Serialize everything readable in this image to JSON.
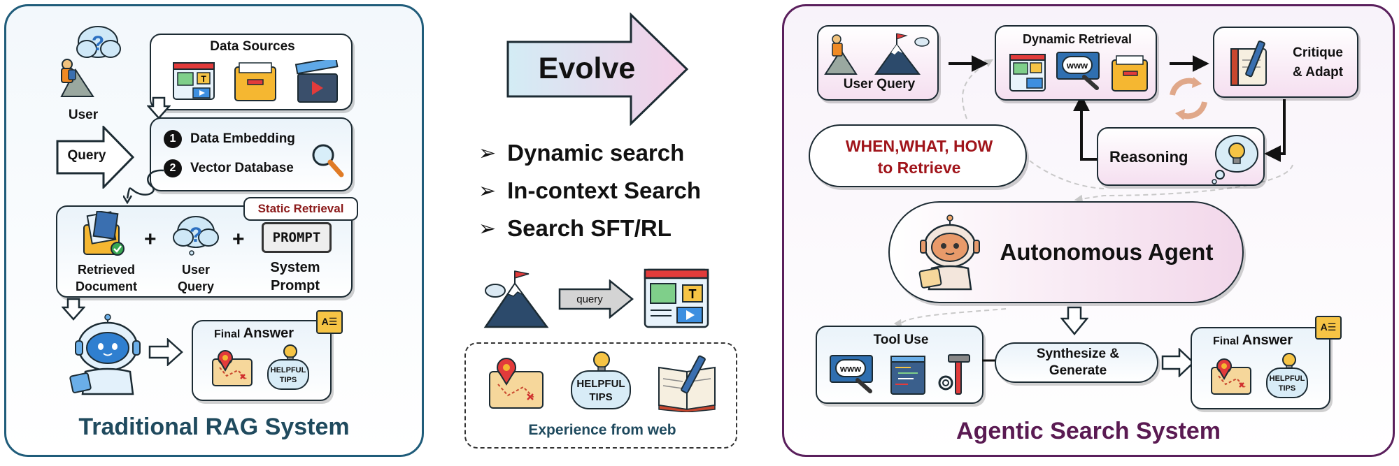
{
  "left_panel": {
    "user_label": "User",
    "query_arrow_label": "Query",
    "data_sources_title": "Data Sources",
    "embedding_steps": [
      {
        "num": "1",
        "label": "Data Embedding"
      },
      {
        "num": "2",
        "label": "Vector Database"
      }
    ],
    "static_retrieval_tag": "Static Retrieval",
    "components": [
      {
        "label_line1": "Retrieved",
        "label_line2": "Document"
      },
      {
        "label_line1": "User",
        "label_line2": "Query"
      },
      {
        "label_line1": "System",
        "label_line2": "Prompt"
      }
    ],
    "plus_sign": "+",
    "prompt_icon_text": "PROMPT",
    "final_answer_prefix": "Final",
    "final_answer_word": "Answer",
    "tips_text_line1": "HELPFUL",
    "tips_text_line2": "TIPS",
    "title": "Traditional RAG System"
  },
  "middle": {
    "evolve_label": "Evolve",
    "bullets": [
      {
        "chevron": "➢",
        "text": "Dynamic search"
      },
      {
        "chevron": "➢",
        "text": "In-context Search"
      },
      {
        "chevron": "➢",
        "text": "Search SFT/RL"
      }
    ],
    "query_arrow_label": "query",
    "tips_text_line1": "HELPFUL",
    "tips_text_line2": "TIPS",
    "experience_label": "Experience from web"
  },
  "right_panel": {
    "user_query_label": "User Query",
    "dynamic_retrieval_title": "Dynamic Retrieval",
    "www_text": "www",
    "critique_line1": "Critique",
    "critique_line2": "& Adapt",
    "reasoning_label": "Reasoning",
    "when_what_line1": "WHEN,WHAT, HOW",
    "when_what_line2": "to Retrieve",
    "agent_label": "Autonomous Agent",
    "tool_use_label": "Tool Use",
    "synthesize_line1": "Synthesize &",
    "synthesize_line2": "Generate",
    "final_answer_prefix": "Final",
    "final_answer_word": "Answer",
    "tips_text_line1": "HELPFUL",
    "tips_text_line2": "TIPS",
    "title": "Agentic Search System"
  },
  "colors": {
    "left_accent": "#1f5c7a",
    "right_accent": "#5a1f5c",
    "when_text": "#a0141a",
    "static_tag_text": "#8b1a1a"
  },
  "icons": [
    "hiker-icon",
    "question-cloud-icon",
    "media-icon",
    "folder-icon",
    "clapper-icon",
    "magnifier-icon",
    "document-check-icon",
    "prompt-icon",
    "robot-icon",
    "map-icon",
    "tips-bulb-icon",
    "notes-icon",
    "mountain-flag-icon",
    "cloud-icon",
    "www-search-icon",
    "notebook-pen-icon",
    "cycle-icon",
    "thought-bulb-icon",
    "code-window-icon",
    "toolkit-icon"
  ]
}
